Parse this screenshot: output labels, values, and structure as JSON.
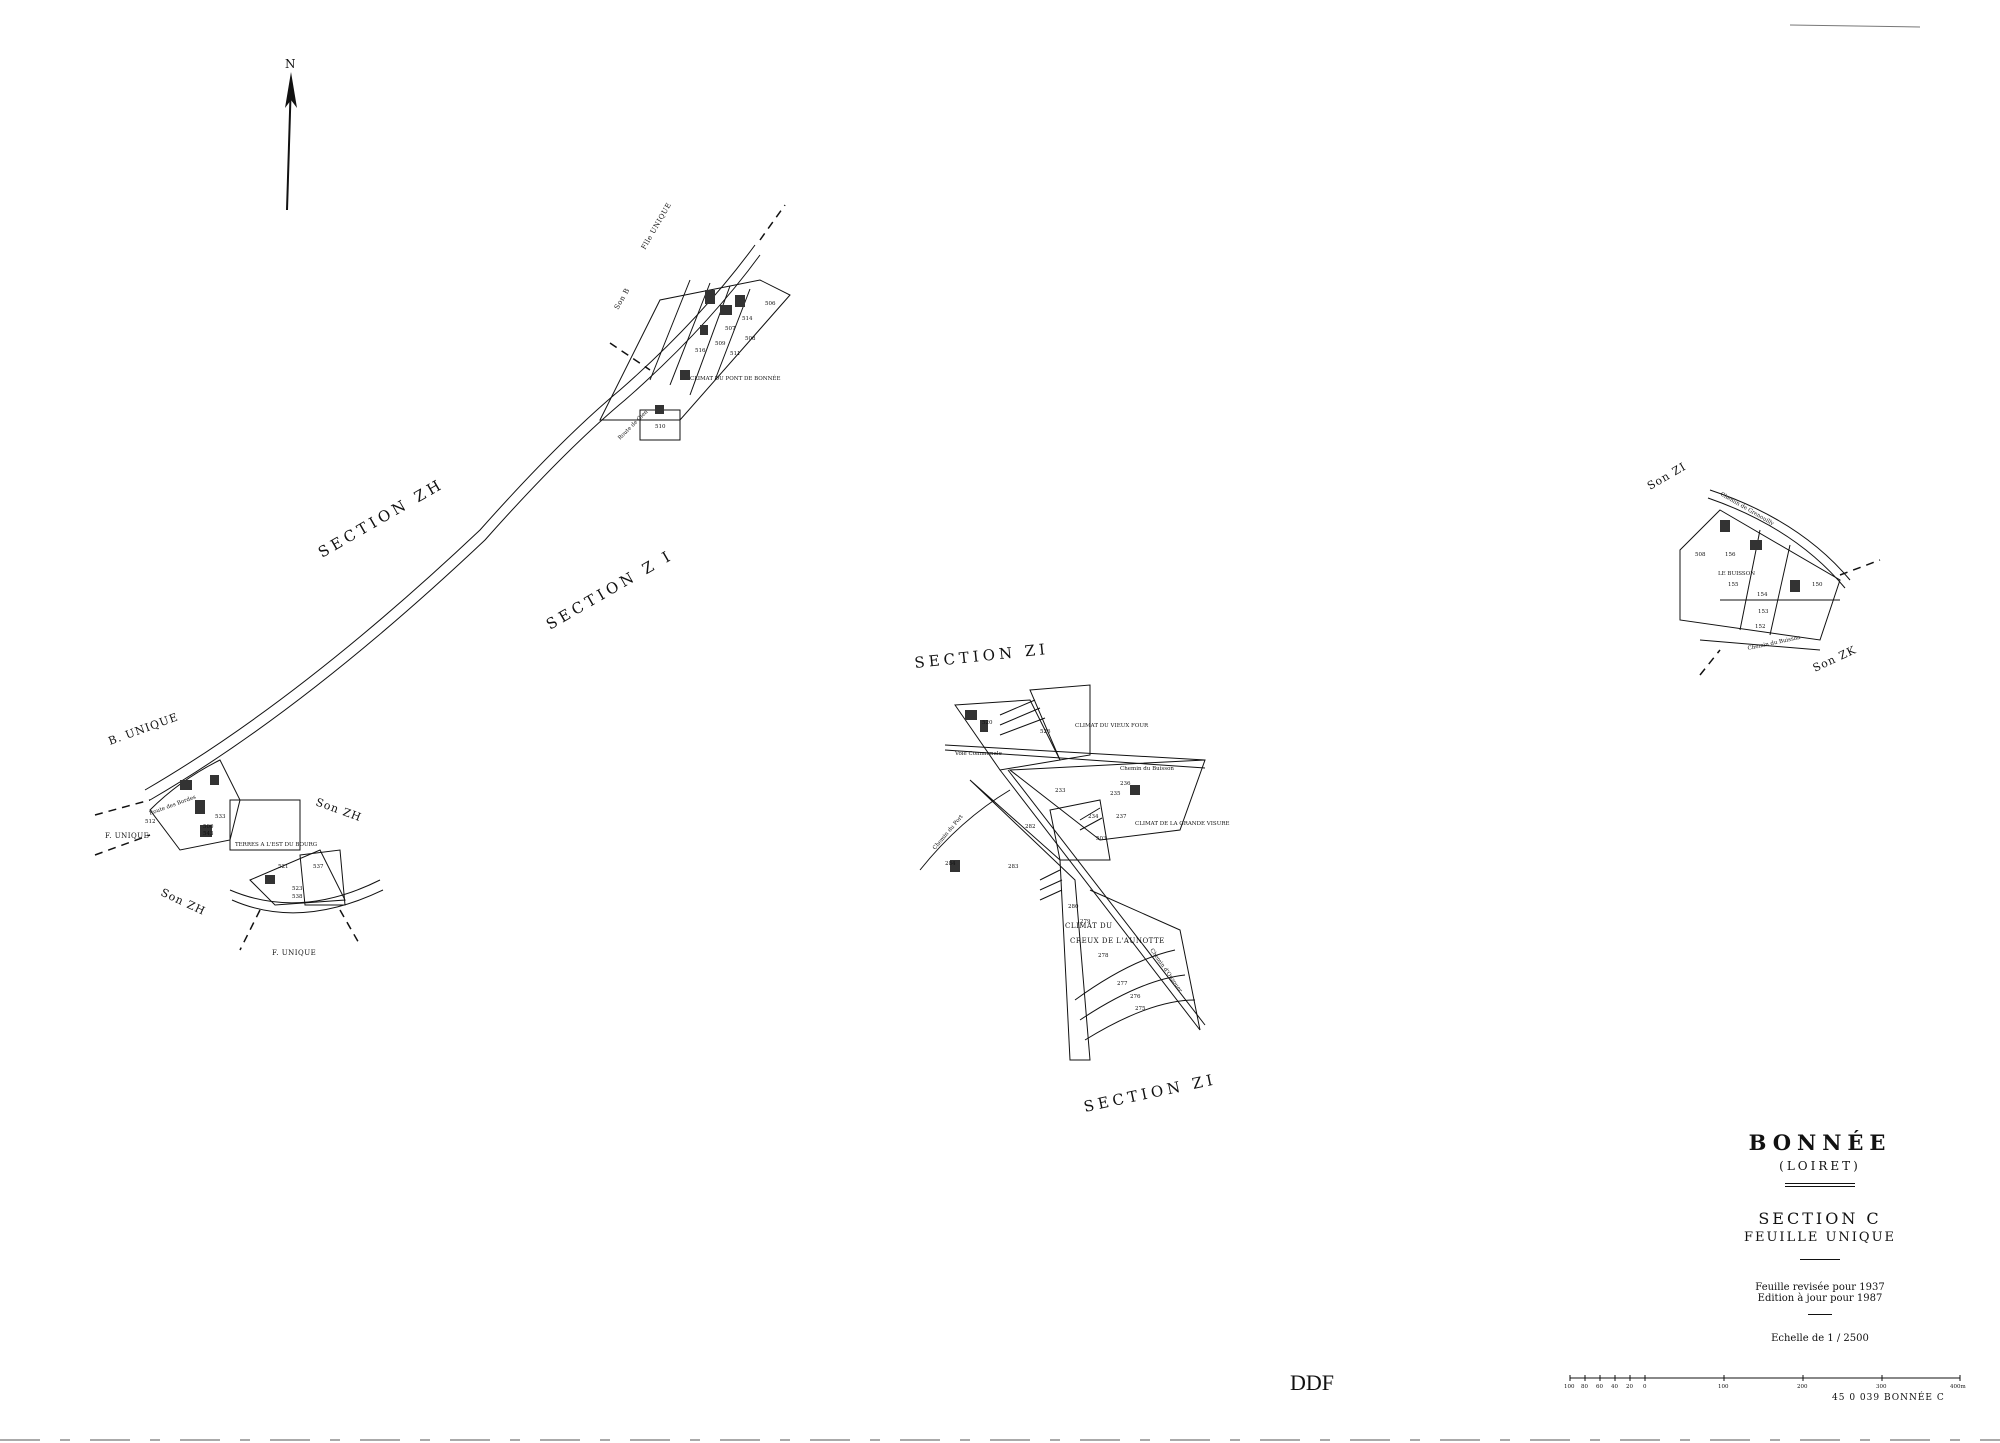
{
  "north": "N",
  "labels": {
    "section_zh_main": "SECTION   ZH",
    "section_zi_main": "SECTION   Z I",
    "section_zi_mid": "SECTION   ZI",
    "section_zi_bottom": "SECTION   ZI",
    "b_unique": "B. UNIQUE",
    "son_zh_1": "Son ZH",
    "son_zh_2": "Son ZH",
    "f_unique_1": "F. UNIQUE",
    "f_unique_2": "F. UNIQUE",
    "son_b": "Son B",
    "flle_unique": "Flle UNIQUE",
    "son_zi_right": "Son ZI",
    "son_zk_right": "Son ZK"
  },
  "places": {
    "climat_pont": "CLIMAT DU PONT DE BONNÉE",
    "terres_est": "TERRES A L'EST DU BOURG",
    "climat_vieux_four": "CLIMAT DU VIEUX FOUR",
    "climat_grande_visure": "CLIMAT DE LA GRANDE VISURE",
    "climat_creux_1": "CLIMAT DU",
    "climat_creux_2": "CREUX DE L'AUNOTTE",
    "le_buisson": "LE BUISSON"
  },
  "roads": {
    "route_gien": "Route de Gien",
    "route_bordes": "Route des Bordes",
    "chemin_port": "Chemin du Port",
    "voie_communale": "Voie Communale",
    "chemin_buisson": "Chemin du Buisson",
    "chemin_ouzouer": "Chemin d'Ouzouer",
    "chemin_grenouille": "Chemin de Grenouilly",
    "chemin_buisson_2": "Chemin du Buisson"
  },
  "parcels": {
    "a": [
      "510",
      "516",
      "509",
      "507",
      "514",
      "511",
      "508",
      "506"
    ],
    "b": [
      "512",
      "533",
      "543",
      "500",
      "537",
      "521",
      "523",
      "538"
    ],
    "c": [
      "526",
      "520",
      "233",
      "236",
      "235",
      "234",
      "237",
      "503",
      "282",
      "283",
      "284",
      "280",
      "279",
      "278",
      "277",
      "276",
      "275"
    ],
    "d": [
      "508",
      "156",
      "155",
      "154",
      "153",
      "152",
      "150"
    ]
  },
  "cartouche": {
    "commune": "BONNÉE",
    "department": "(LOIRET)",
    "section": "SECTION C",
    "feuille": "FEUILLE UNIQUE",
    "revision": "Feuille revisée pour 1937",
    "edition": "Edition à jour pour 1987",
    "scale": "Echelle de 1 / 2500",
    "reference": "45 0 039 BONNÉE C",
    "stamp": "DDF"
  },
  "scalebar": {
    "ticks": [
      "100",
      "80",
      "60",
      "40",
      "20",
      "0",
      "100",
      "200",
      "300",
      "400m"
    ]
  }
}
